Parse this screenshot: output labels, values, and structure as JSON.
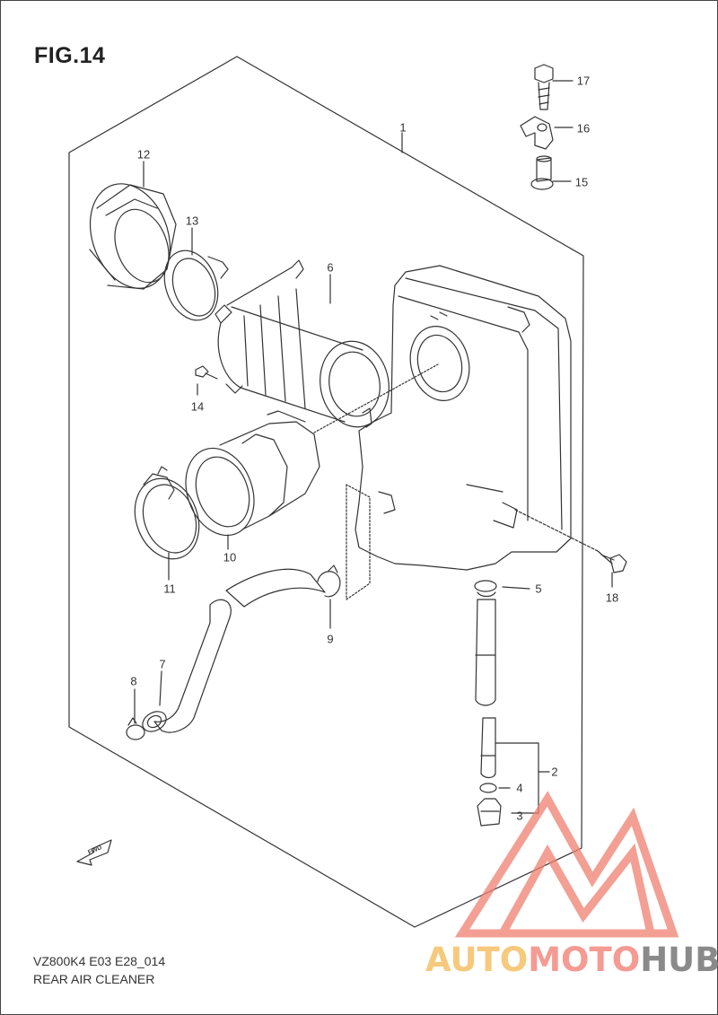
{
  "figure": {
    "title": "FIG.14"
  },
  "callouts": [
    "1",
    "2",
    "3",
    "4",
    "5",
    "6",
    "7",
    "8",
    "9",
    "10",
    "11",
    "12",
    "13",
    "14",
    "15",
    "16",
    "17",
    "18"
  ],
  "footer": {
    "code": "VZ800K4 E03 E28_014",
    "name": "REAR AIR CLEANER"
  },
  "fwd_label": "FWD",
  "watermark": {
    "part1": "AUTO",
    "part2": "MOTO",
    "part3": "HUB"
  },
  "colors": {
    "line": "#333333",
    "watermark_red": "#f08070",
    "watermark_orange": "#f6c97c",
    "watermark_gray": "#8a8a8a"
  }
}
